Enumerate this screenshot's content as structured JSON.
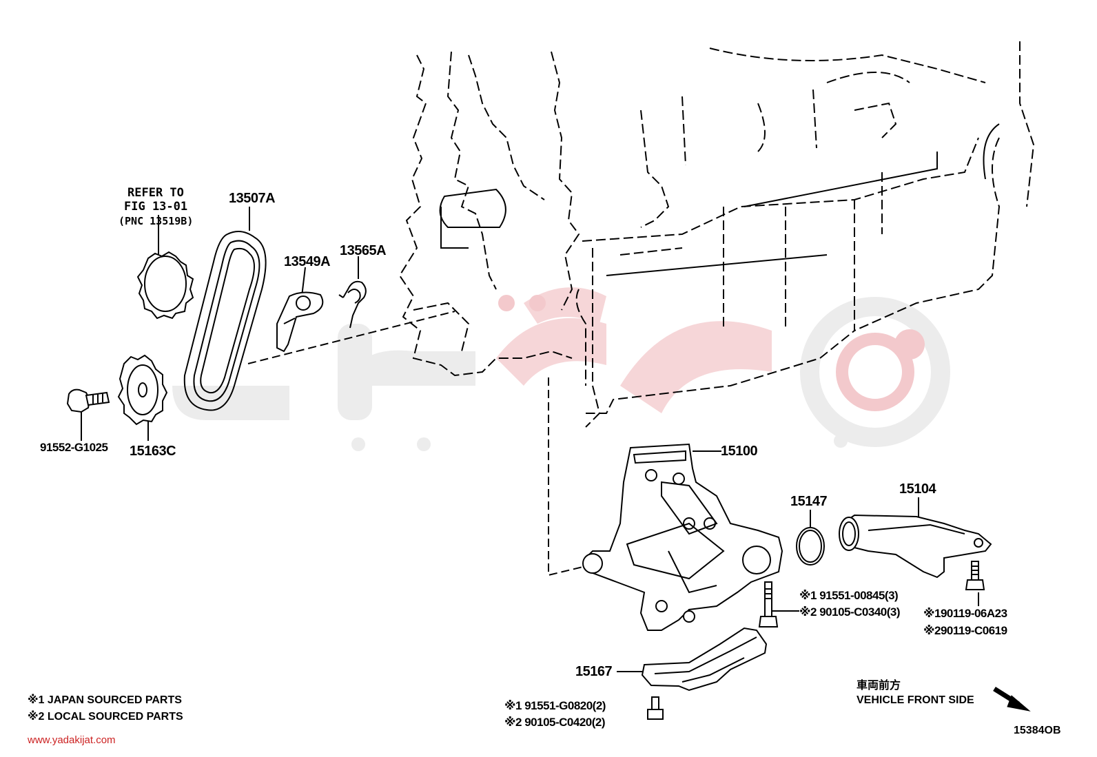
{
  "diagram": {
    "refer_note": {
      "line1": "REFER TO",
      "line2": "FIG 13-01",
      "line3": "(PNC 13519B)"
    },
    "part_labels": {
      "p13507A": "13507A",
      "p13549A": "13549A",
      "p13565A": "13565A",
      "p91552": "91552-G1025",
      "p15163C": "15163C",
      "p15100": "15100",
      "p15147": "15147",
      "p15104": "15104",
      "p15167": "15167"
    },
    "fastener_notes": {
      "bolt_a_line1": "※1 91551-00845(3)",
      "bolt_a_line2": "※2 90105-C0340(3)",
      "bolt_b_line1": "※190119-06A23",
      "bolt_b_line2": "※290119-C0619",
      "bolt_c_line1": "※1 91551-G0820(2)",
      "bolt_c_line2": "※2 90105-C0420(2)"
    },
    "legend": {
      "japan": "※1 JAPAN SOURCED PARTS",
      "local": "※2 LOCAL SOURCED PARTS"
    },
    "direction": {
      "jp": "車両前方",
      "en": "VEHICLE FRONT SIDE"
    },
    "figure_code": "15384OB",
    "watermark_url": "www.yadakijat.com",
    "colors": {
      "line": "#000000",
      "watermark_grey": "#e4e4e4",
      "watermark_red": "#f3c9cc",
      "watermark_text": "#cc2222"
    }
  }
}
